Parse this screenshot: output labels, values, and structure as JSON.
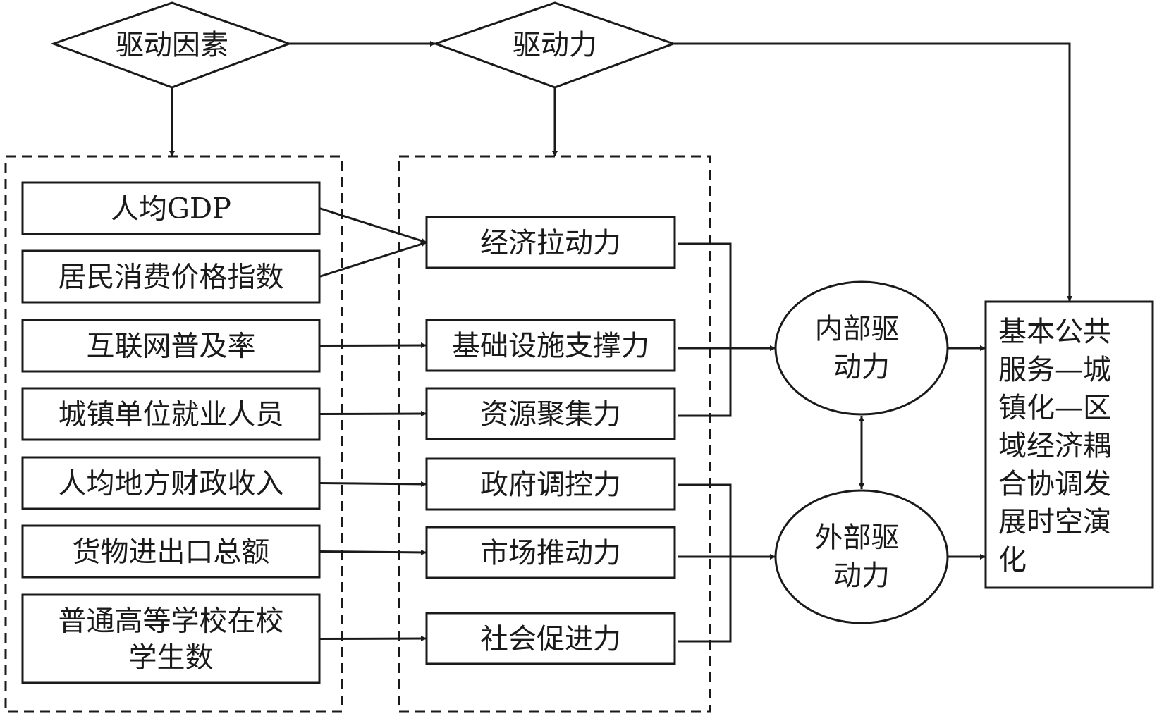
{
  "headers": {
    "drivers_label": "驱动因素",
    "force_label": "驱动力"
  },
  "factors": [
    {
      "id": "gdp",
      "lines": [
        "人均GDP"
      ]
    },
    {
      "id": "cpi",
      "lines": [
        "居民消费价格指数"
      ]
    },
    {
      "id": "internet",
      "lines": [
        "互联网普及率"
      ]
    },
    {
      "id": "employment",
      "lines": [
        "城镇单位就业人员"
      ]
    },
    {
      "id": "fiscal",
      "lines": [
        "人均地方财政收入"
      ]
    },
    {
      "id": "trade",
      "lines": [
        "货物进出口总额"
      ]
    },
    {
      "id": "students",
      "lines": [
        "普通高等学校在校",
        "学生数"
      ]
    }
  ],
  "forces": [
    {
      "id": "economic",
      "label": "经济拉动力"
    },
    {
      "id": "infrastructure",
      "label": "基础设施支撑力"
    },
    {
      "id": "resource",
      "label": "资源聚集力"
    },
    {
      "id": "government",
      "label": "政府调控力"
    },
    {
      "id": "market",
      "label": "市场推动力"
    },
    {
      "id": "social",
      "label": "社会促进力"
    }
  ],
  "drivers": {
    "internal": [
      "内部驱",
      "动力"
    ],
    "external": [
      "外部驱",
      "动力"
    ]
  },
  "outcome": {
    "lines": [
      "基本公共",
      "服务—城",
      "镇化—区",
      "域经济耦",
      "合协调发",
      "展时空演",
      "化"
    ]
  },
  "links": [
    {
      "from": "gdp",
      "to": "economic"
    },
    {
      "from": "cpi",
      "to": "economic"
    },
    {
      "from": "internet",
      "to": "infrastructure"
    },
    {
      "from": "employment",
      "to": "resource"
    },
    {
      "from": "fiscal",
      "to": "government"
    },
    {
      "from": "trade",
      "to": "market"
    },
    {
      "from": "students",
      "to": "social"
    }
  ],
  "colors": {
    "stroke": "#1a1a1a",
    "background": "#ffffff"
  }
}
